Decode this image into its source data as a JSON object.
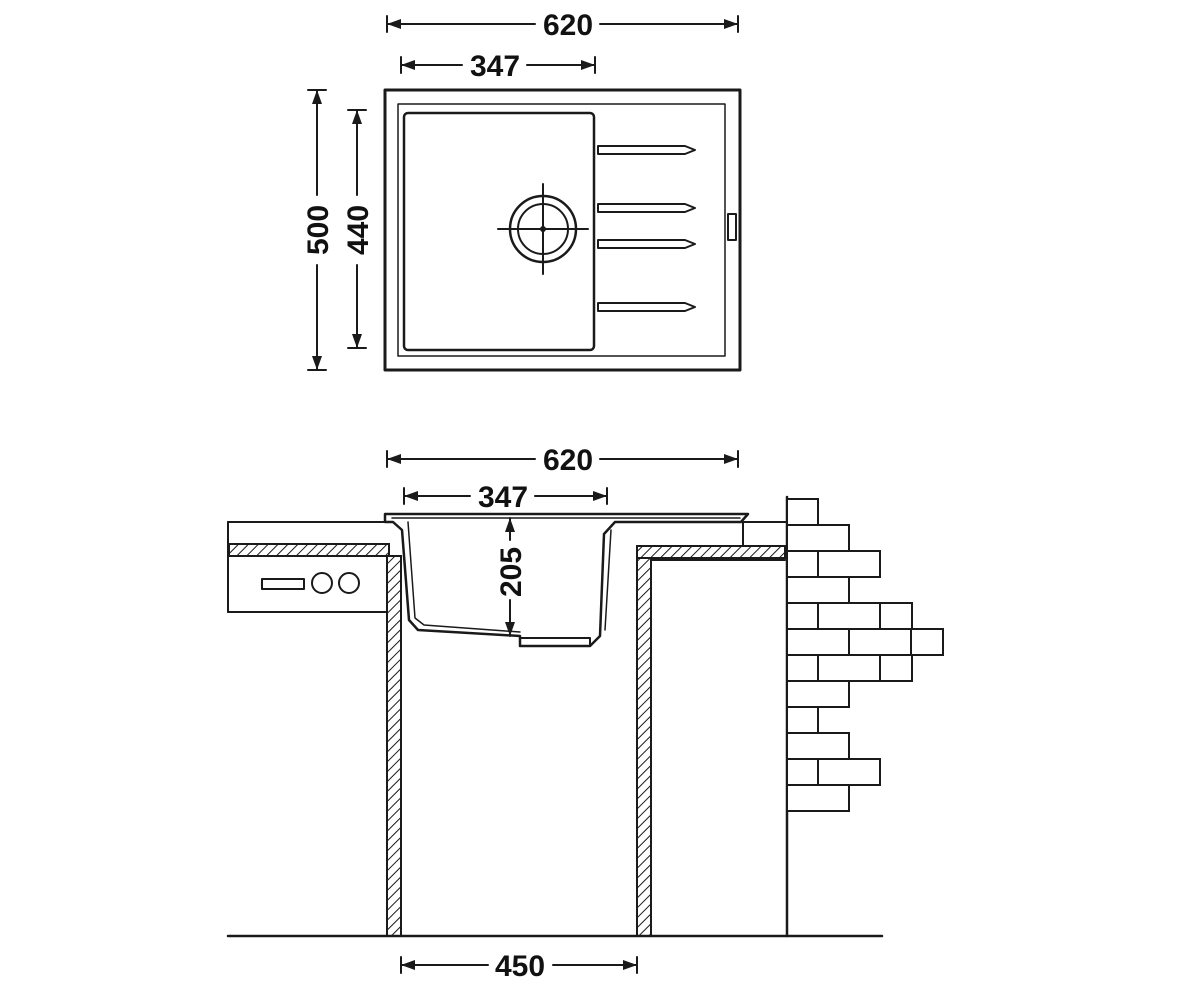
{
  "top_view": {
    "overall_width": "620",
    "bowl_width": "347",
    "overall_depth": "500",
    "bowl_depth": "440"
  },
  "section_view": {
    "overall_width": "620",
    "bowl_width": "347",
    "bowl_depth": "205",
    "cabinet_width": "450"
  },
  "colors": {
    "line": "#1a1a1a",
    "background": "#ffffff"
  }
}
